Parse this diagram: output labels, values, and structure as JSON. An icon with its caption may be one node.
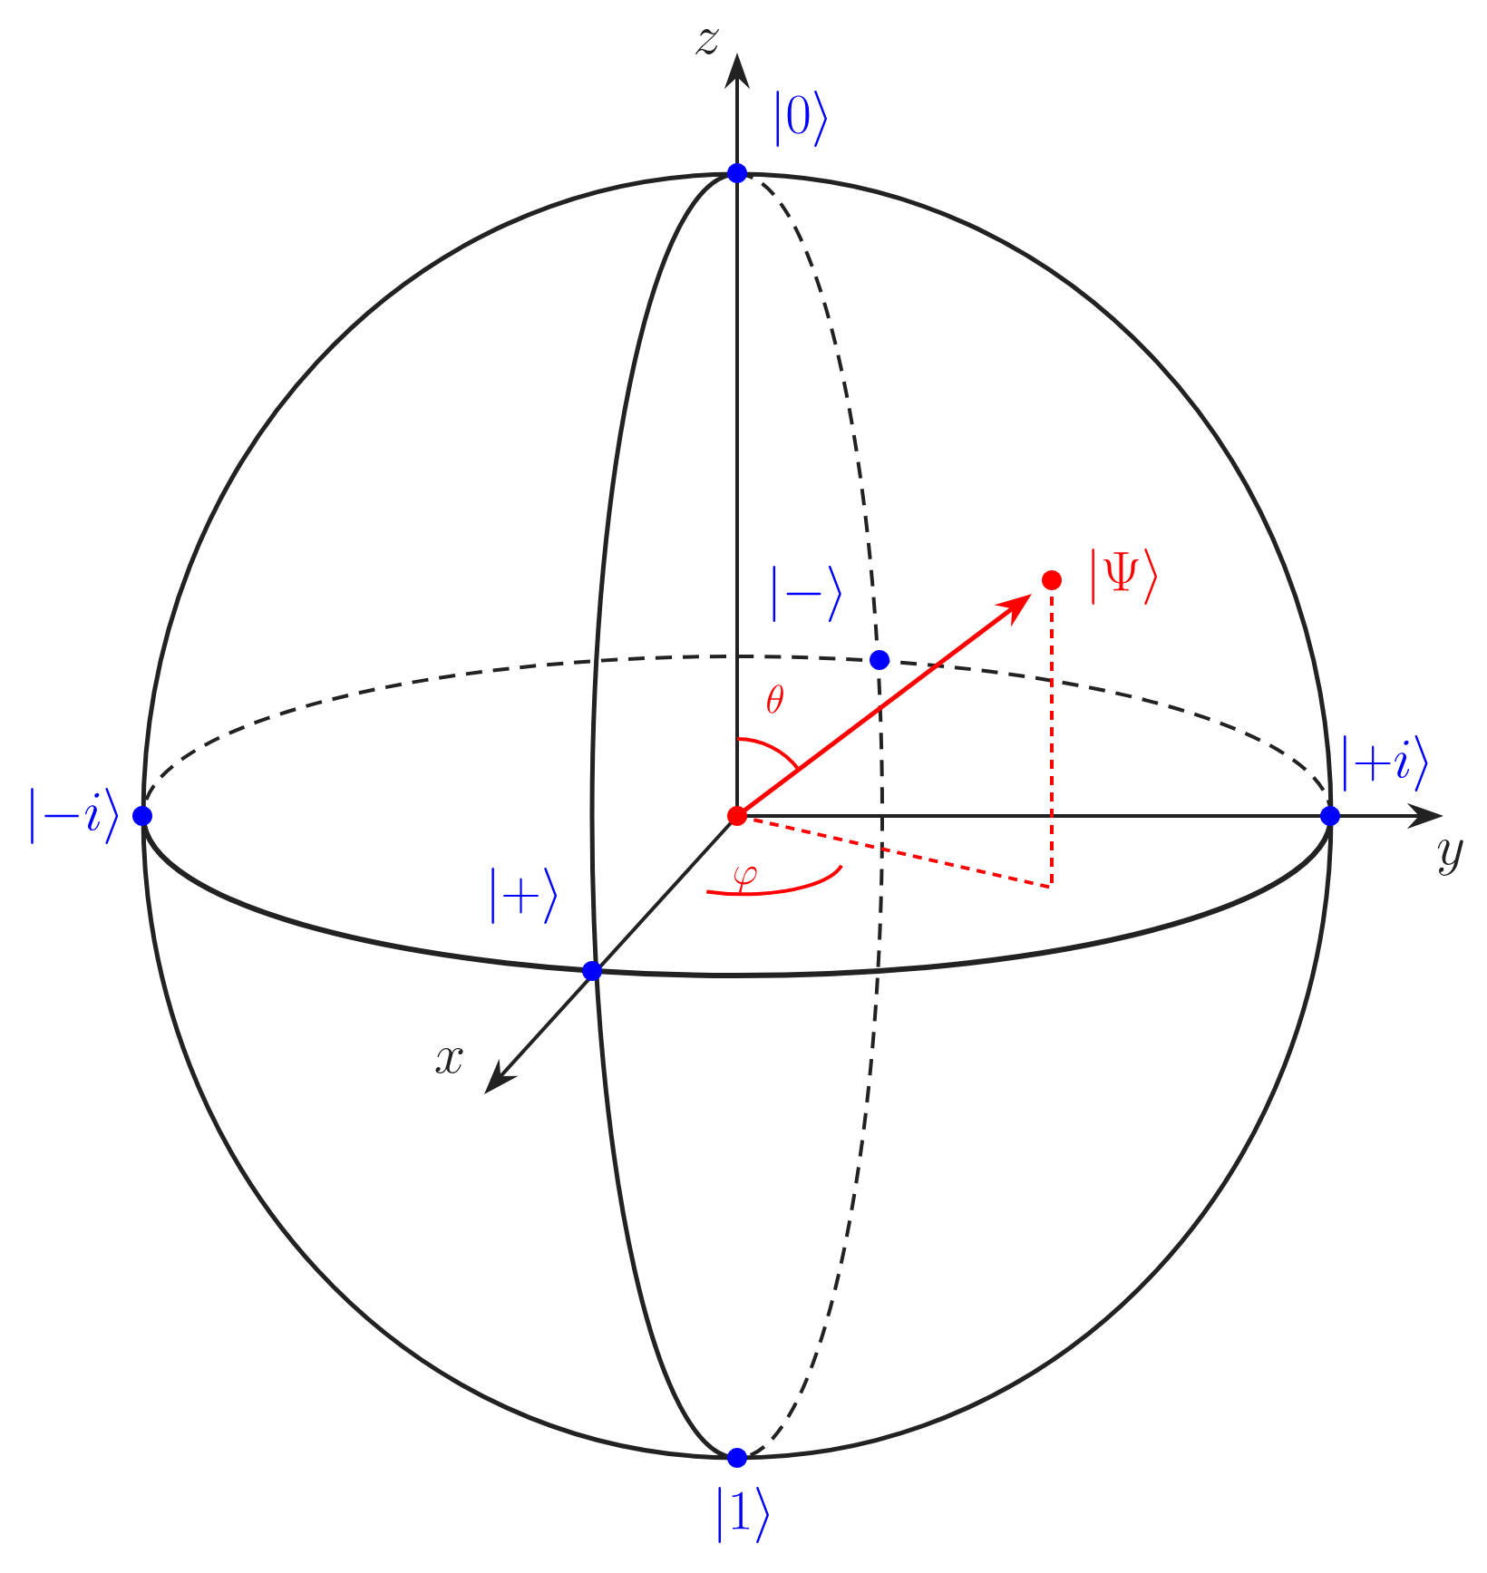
{
  "diagram": {
    "labels": [
      "z",
      "|0\\rangle",
      "|-\\rangle",
      "|\\Psi\\rangle",
      "\\theta",
      "|{-}i\\rangle",
      "|{+}i\\rangle",
      "y",
      "\\varphi",
      "|+\\rangle",
      "x",
      "|1\\rangle"
    ]
  }
}
